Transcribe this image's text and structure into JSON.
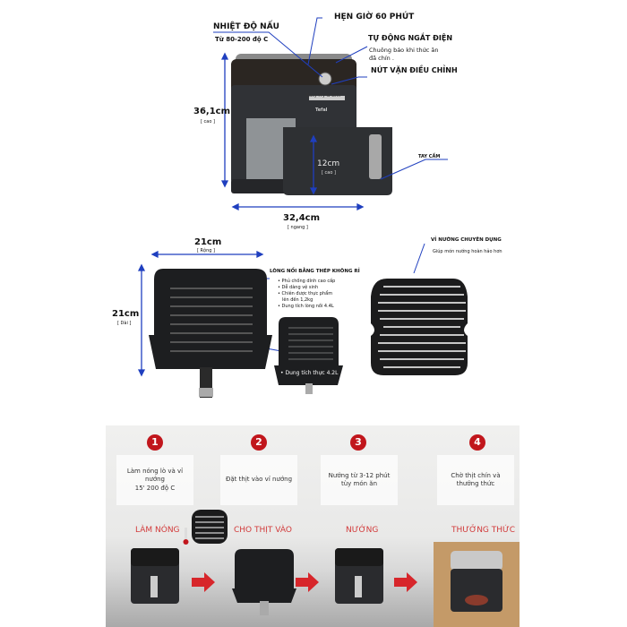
{
  "top": {
    "temp_title": "NHIỆT ĐỘ NẤU",
    "temp_range": "Từ 80-200 độ C",
    "timer": "HẸN GIỜ  60 PHÚT",
    "auto_off_title": "TỰ ĐỘNG NGẮT ĐIỆN",
    "auto_off_desc_1": "Chuông báo khi thức ăn",
    "auto_off_desc_2": "đã chín .",
    "knob": "NÚT VẶN ĐIỀU CHỈNH",
    "handle": "TAY CẦM",
    "height": "36,1cm",
    "height_sub": "[ cao ]",
    "basket_height": "12cm",
    "basket_height_sub": "[ cao ]",
    "width": "32,4cm",
    "width_sub": "[ ngang ]",
    "brand": "Tefal",
    "model": "Easy Fry & Grill"
  },
  "middle": {
    "width": "21cm",
    "width_sub": "[ Rộng ]",
    "length": "21cm",
    "length_sub": "[ Dài ]",
    "basket_title": "LÒNG NỒI BẰNG THÉP KHÔNG RỈ",
    "basket_features": [
      "• Phủ chống dính cao cấp",
      "• Dễ dàng vệ sinh",
      "• Chiên được thực phẩm",
      "lên đến 1,2kg",
      "• Dung tích lòng nồi 4.4L"
    ],
    "net_capacity": "• Dung tích thực 4.2L",
    "grill_title": "VỈ NƯỚNG CHUYÊN DỤNG",
    "grill_desc": "Giúp món nướng hoàn hảo hơn"
  },
  "steps": [
    {
      "number": "1",
      "desc_1": "Làm nóng lò và vỉ nướng",
      "desc_2": "15' 200 độ C",
      "label": "LÀM NÓNG"
    },
    {
      "number": "2",
      "desc_1": "Đặt thịt vào vỉ nướng",
      "desc_2": "",
      "label": "CHO THỊT VÀO"
    },
    {
      "number": "3",
      "desc_1": "Nướng từ 3-12 phút",
      "desc_2": "tùy món ăn",
      "label": "NƯỚNG"
    },
    {
      "number": "4",
      "desc_1": "Chờ thịt chín và",
      "desc_2": "thưởng thức",
      "label": "THƯỞNG THỨC"
    }
  ],
  "colors": {
    "accent_blue": "#1f3fbf",
    "step_red": "#c1161c",
    "arrow_red": "#d7262b"
  }
}
